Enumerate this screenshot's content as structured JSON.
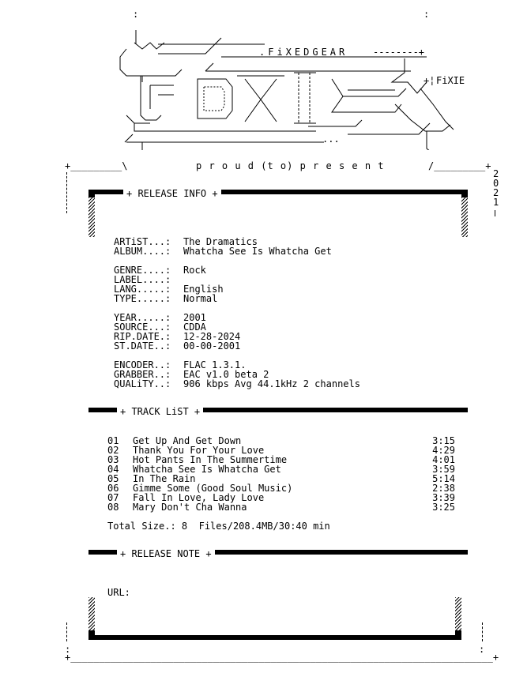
{
  "header": {
    "group_tag": ".FiXEDGEAR",
    "side_tag": "FiXIE",
    "present_line": "p r o u d (t o) p r e s e n t",
    "year_digits": [
      "2",
      "0",
      "2",
      "1"
    ]
  },
  "sections": {
    "release_info": "+ RELEASE INFO +",
    "track_list": "+ TRACK LiST +",
    "release_note": "+ RELEASE NOTE +"
  },
  "release_info": {
    "artist": {
      "label": "ARTiST...:",
      "value": "The Dramatics"
    },
    "album": {
      "label": "ALBUM....:",
      "value": "Whatcha See Is Whatcha Get"
    },
    "genre": {
      "label": "GENRE....:",
      "value": "Rock"
    },
    "label": {
      "label": "LABEL....:",
      "value": ""
    },
    "lang": {
      "label": "LANG.....:",
      "value": "English"
    },
    "type": {
      "label": "TYPE.....:",
      "value": "Normal"
    },
    "year": {
      "label": "YEAR.....:",
      "value": "2001"
    },
    "source": {
      "label": "SOURCE...:",
      "value": "CDDA"
    },
    "rip_date": {
      "label": "RIP.DATE.:",
      "value": "12-28-2024"
    },
    "st_date": {
      "label": "ST.DATE..:",
      "value": "00-00-2001"
    },
    "encoder": {
      "label": "ENCODER..:",
      "value": "FLAC 1.3.1."
    },
    "grabber": {
      "label": "GRABBER..:",
      "value": "EAC v1.0 beta 2"
    },
    "quality": {
      "label": "QUALiTY..:",
      "value": "906 kbps Avg 44.1kHz 2 channels"
    }
  },
  "tracks": [
    {
      "no": "01",
      "title": "Get Up And Get Down",
      "duration": "3:15"
    },
    {
      "no": "02",
      "title": "Thank You For Your Love",
      "duration": "4:29"
    },
    {
      "no": "03",
      "title": "Hot Pants In The Summertime",
      "duration": "4:01"
    },
    {
      "no": "04",
      "title": "Whatcha See Is Whatcha Get",
      "duration": "3:59"
    },
    {
      "no": "05",
      "title": "In The Rain",
      "duration": "5:14"
    },
    {
      "no": "06",
      "title": "Gimme Some (Good Soul Music)",
      "duration": "2:38"
    },
    {
      "no": "07",
      "title": "Fall In Love, Lady Love",
      "duration": "3:39"
    },
    {
      "no": "08",
      "title": "Mary Don't Cha Wanna",
      "duration": "3:25"
    }
  ],
  "total_size": "Total Size.: 8  Files/208.4MB/30:40 min",
  "release_note": {
    "url_label": "URL:"
  }
}
